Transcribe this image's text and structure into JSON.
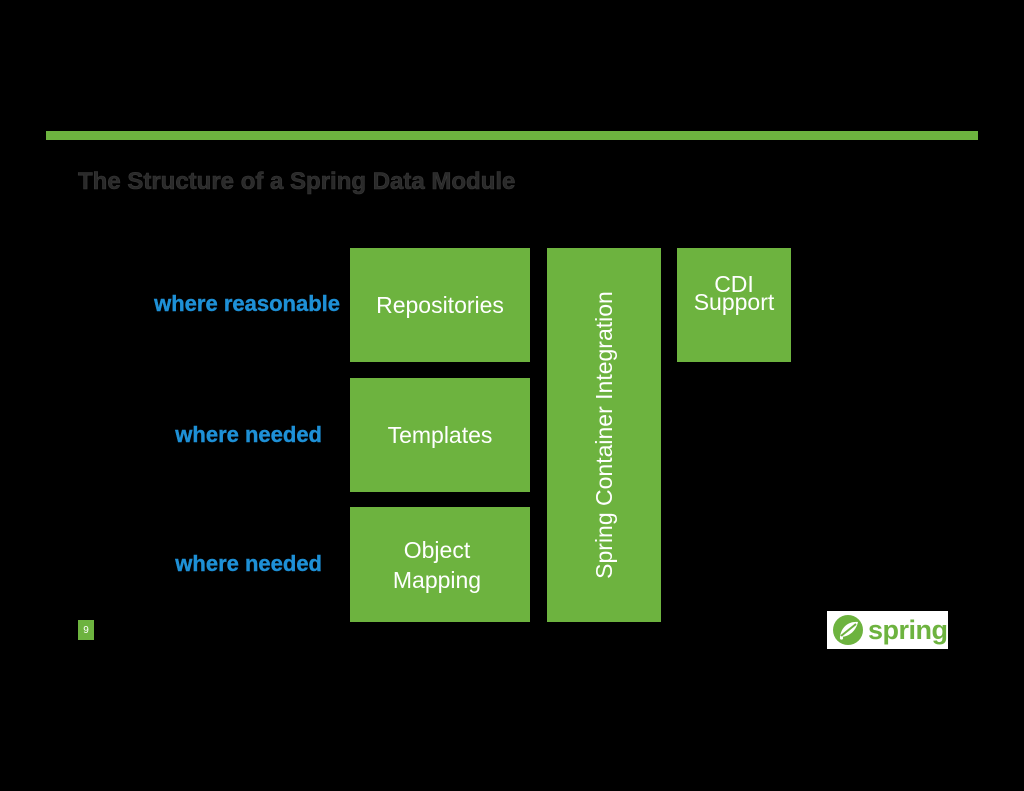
{
  "slide": {
    "title": "The Structure of a Spring Data Module",
    "page_number": "9"
  },
  "boxes": {
    "repositories": "Repositories",
    "templates": "Templates",
    "object_mapping_line1": "Object",
    "object_mapping_line2": "Mapping",
    "spring_container": "Spring Container Integration",
    "cdi_line1": "CDI",
    "cdi_line2": "Support"
  },
  "labels": {
    "repositories": "where reasonable",
    "templates": "where needed",
    "object_mapping": "where needed"
  },
  "logo": {
    "text": "spring",
    "icon": "spring-leaf-icon"
  },
  "colors": {
    "accent_green": "#6db33f",
    "label_blue": "#1e90d6",
    "background": "#000000",
    "title": "#2a2a2a"
  }
}
